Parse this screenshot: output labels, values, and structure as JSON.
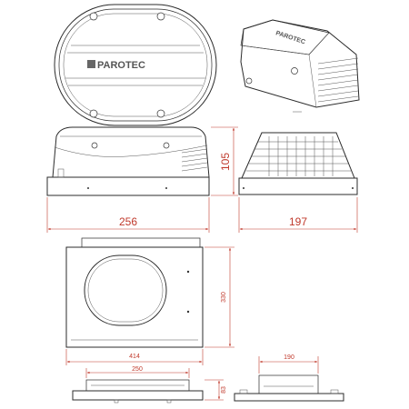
{
  "brand": {
    "logo_text": "PAROTEC"
  },
  "colors": {
    "dimension": "#c0392b",
    "outline": "#2b2b2b"
  },
  "dimensions": {
    "overall_length": "256",
    "overall_width": "197",
    "overall_height": "105",
    "base_length": "330",
    "base_width": "414",
    "opening_length": "250",
    "opening_width": "190",
    "base_height": "83"
  }
}
